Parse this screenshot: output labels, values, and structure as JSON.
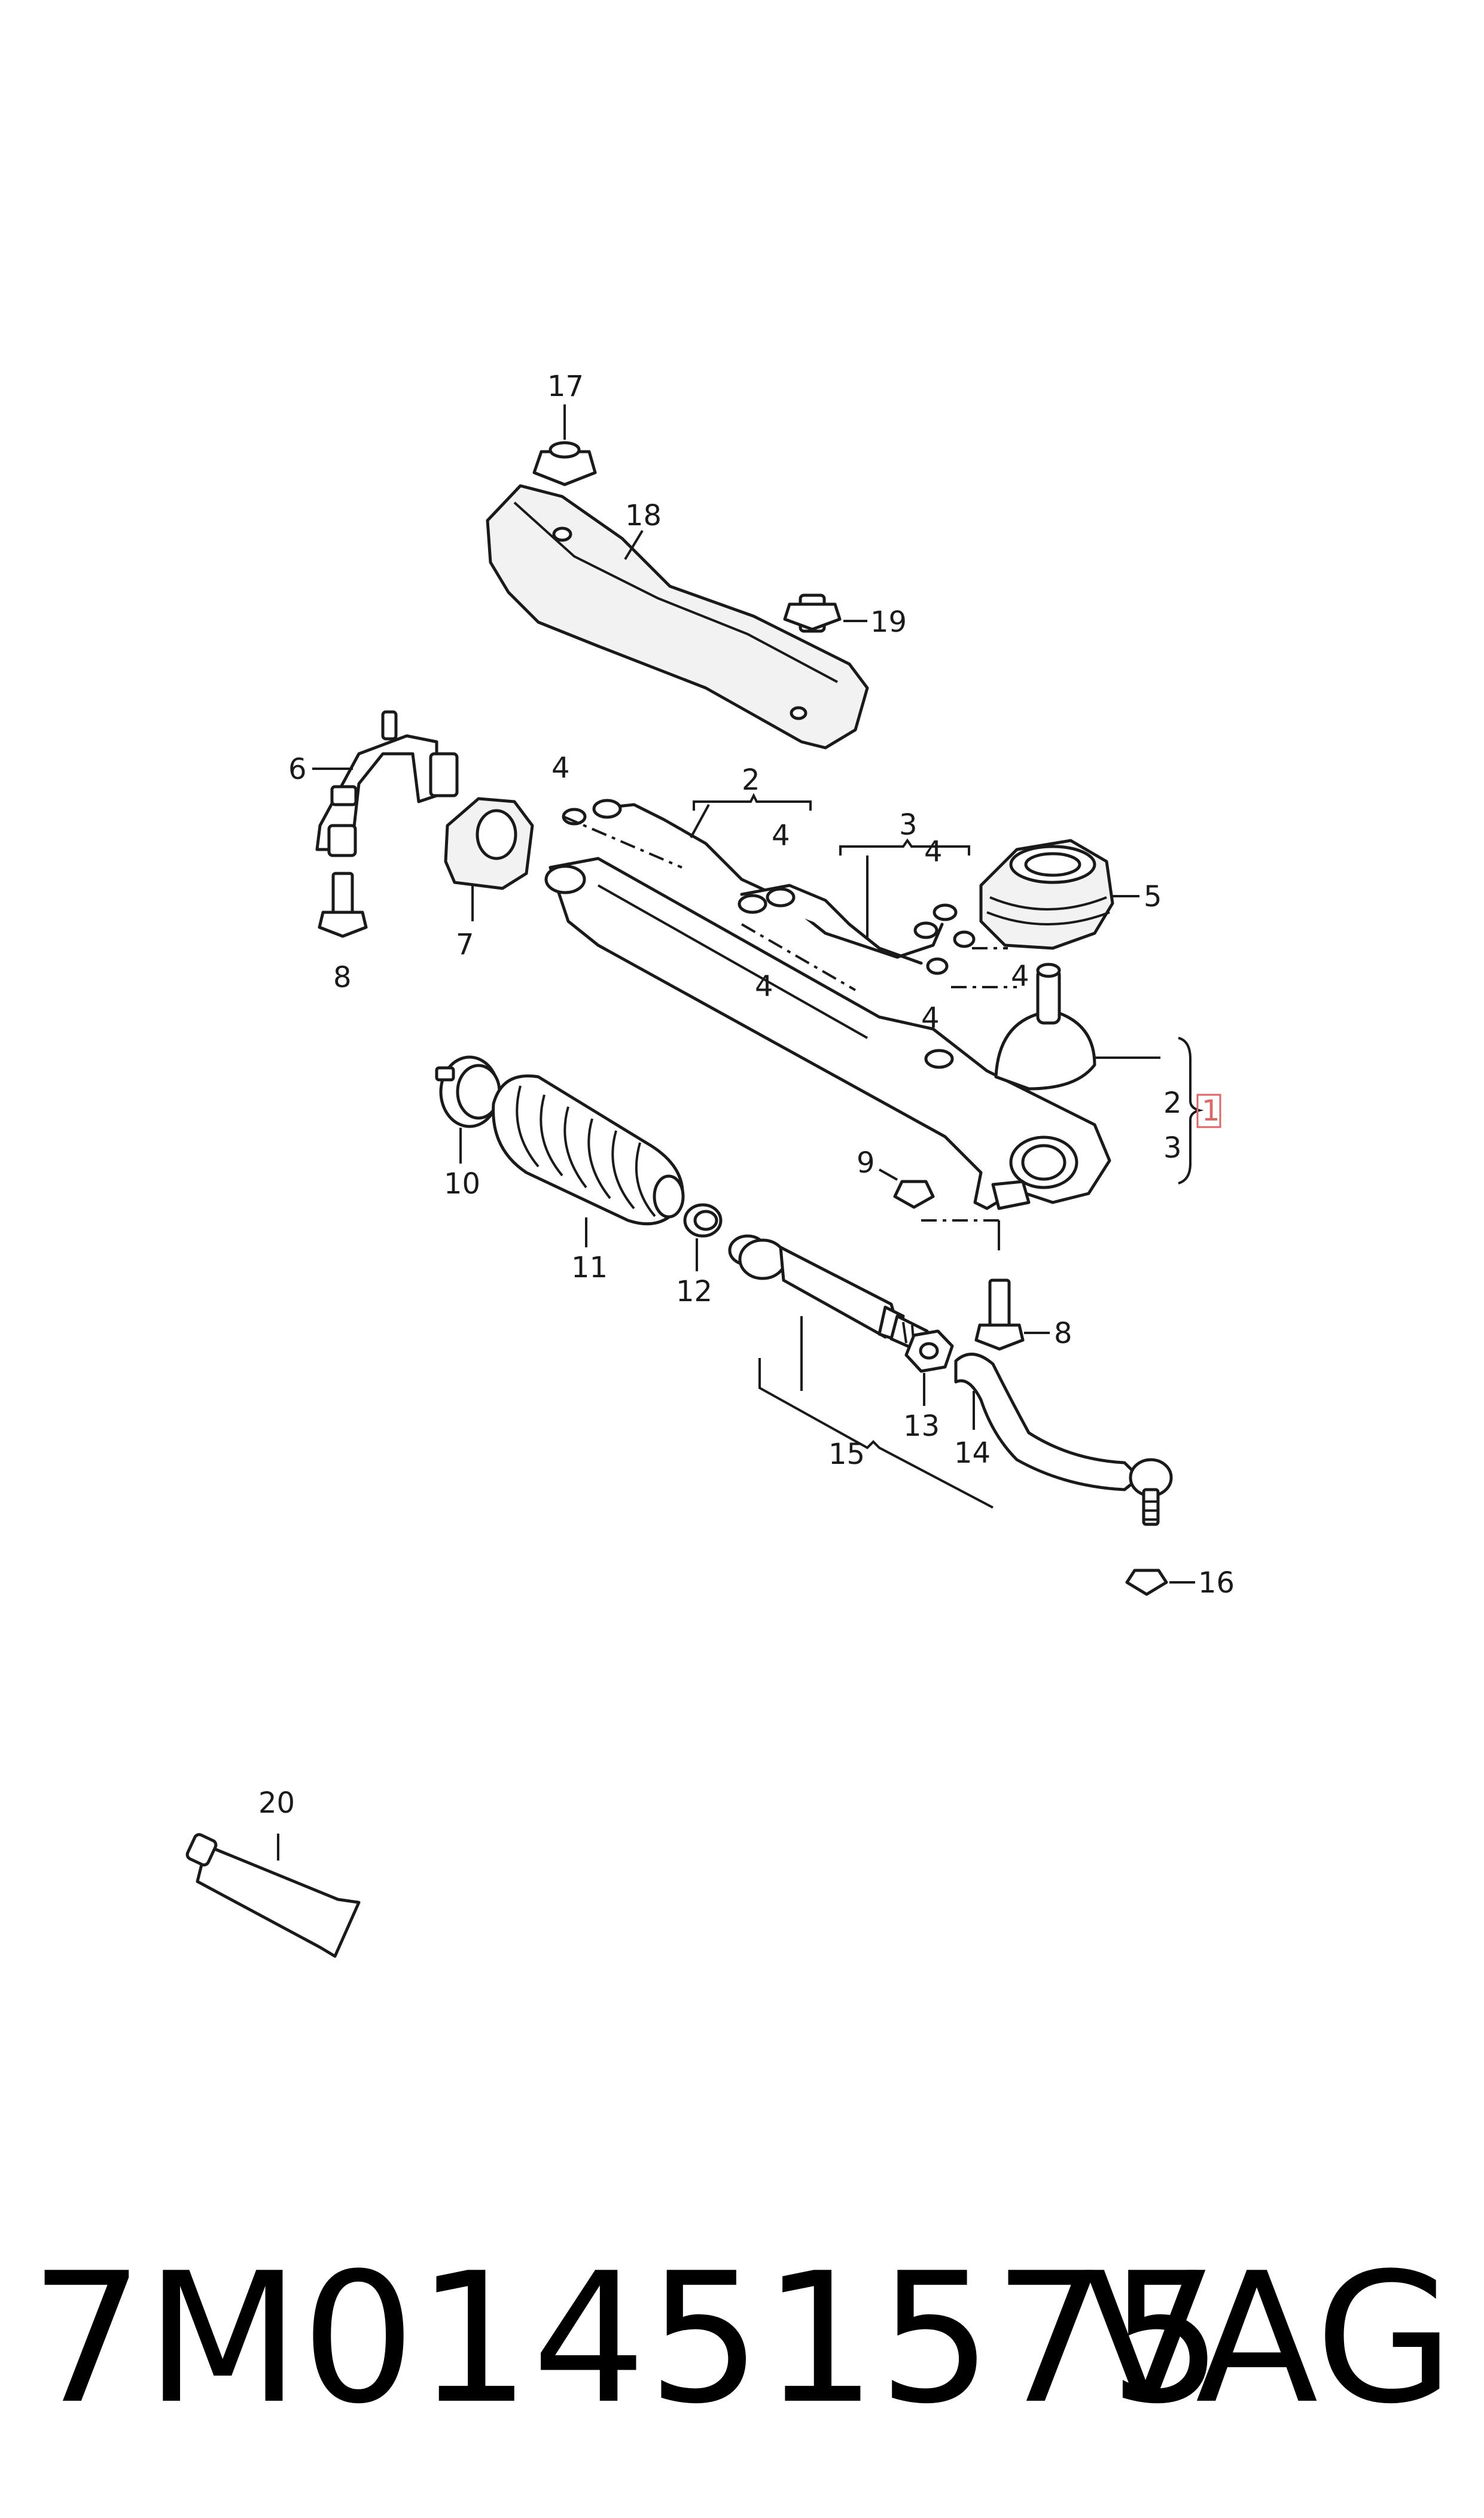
{
  "diagram": {
    "callouts": {
      "c1": "1",
      "c2a": "2",
      "c2b": "2",
      "c3a": "3",
      "c3b": "3",
      "c4a": "4",
      "c4b": "4",
      "c4c": "4",
      "c4d": "4",
      "c4e": "4",
      "c4f": "4",
      "c5": "5",
      "c6": "6",
      "c7": "7",
      "c8a": "8",
      "c8b": "8",
      "c9": "9",
      "c10": "10",
      "c11": "11",
      "c12": "12",
      "c13": "13",
      "c14": "14",
      "c15": "15",
      "c16": "16",
      "c17": "17",
      "c18": "18",
      "c19": "19",
      "c20": "20"
    },
    "highlight_color": "#e06666"
  },
  "footer": {
    "part_number": "7M01451575",
    "brand": "VAG"
  }
}
